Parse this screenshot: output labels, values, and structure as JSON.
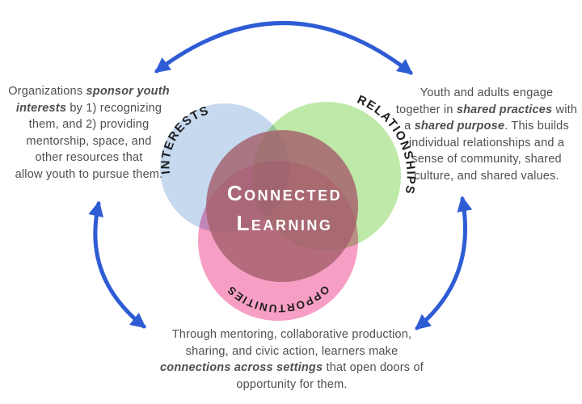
{
  "page": {
    "background": "#ffffff"
  },
  "venn": {
    "center_title_line1": "Connected",
    "center_title_line2": "Learning",
    "title_color": "#ffffff",
    "label_color": "#1d1d1d",
    "center_circle_color": "#a5606d",
    "circles": {
      "interests": {
        "label": "INTERESTS",
        "color": "#c6d9ef"
      },
      "relationships": {
        "label": "RELATIONSHIPS",
        "color": "#bfe9a8"
      },
      "opportunities": {
        "label": "OPPORTUNITIES",
        "color": "#f79ec4"
      }
    }
  },
  "arrows": {
    "color": "#2e5cd4"
  },
  "annotations": {
    "text_color": "#4f4f4f",
    "left": {
      "lines": [
        [
          {
            "t": "Organizations ",
            "b": false
          },
          {
            "t": "sponsor youth",
            "b": true
          }
        ],
        [
          {
            "t": "interests",
            "b": true
          },
          {
            "t": " by 1) recognizing",
            "b": false
          }
        ],
        [
          {
            "t": "them, and 2) providing",
            "b": false
          }
        ],
        [
          {
            "t": "mentorship, space, and",
            "b": false
          }
        ],
        [
          {
            "t": "other resources that",
            "b": false
          }
        ],
        [
          {
            "t": "allow youth to pursue them.",
            "b": false
          }
        ]
      ]
    },
    "right": {
      "lines": [
        [
          {
            "t": "Youth and adults engage",
            "b": false
          }
        ],
        [
          {
            "t": "together in ",
            "b": false
          },
          {
            "t": "shared practices",
            "b": true
          },
          {
            "t": " with",
            "b": false
          }
        ],
        [
          {
            "t": "a ",
            "b": false
          },
          {
            "t": "shared purpose",
            "b": true
          },
          {
            "t": ". This builds",
            "b": false
          }
        ],
        [
          {
            "t": "individual relationships and a",
            "b": false
          }
        ],
        [
          {
            "t": "sense of community, shared",
            "b": false
          }
        ],
        [
          {
            "t": "culture, and shared values.",
            "b": false
          }
        ]
      ]
    },
    "bottom": {
      "lines": [
        [
          {
            "t": "Through mentoring, collaborative production,",
            "b": false
          }
        ],
        [
          {
            "t": "sharing, and civic action, learners make",
            "b": false
          }
        ],
        [
          {
            "t": "connections across settings",
            "b": true
          },
          {
            "t": " that open doors of",
            "b": false
          }
        ],
        [
          {
            "t": "opportunity for them.",
            "b": false
          }
        ]
      ]
    }
  }
}
